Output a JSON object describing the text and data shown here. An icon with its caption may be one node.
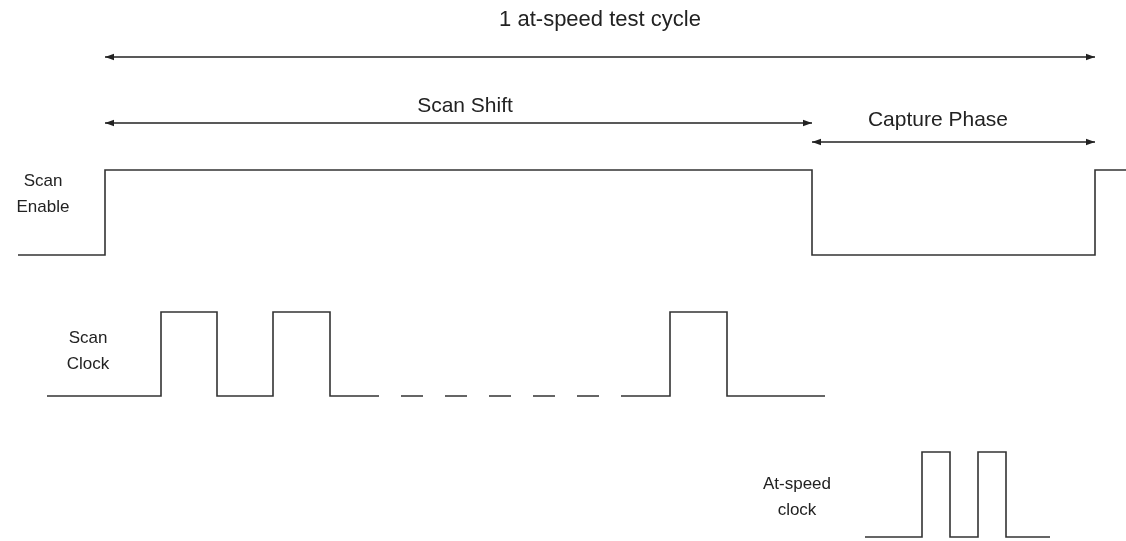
{
  "diagram": {
    "labels": [
      "1 at-speed test cycle",
      "Scan Shift",
      "Capture Phase",
      "Scan Enable",
      "Scan Clock",
      "At-speed clock"
    ]
  }
}
